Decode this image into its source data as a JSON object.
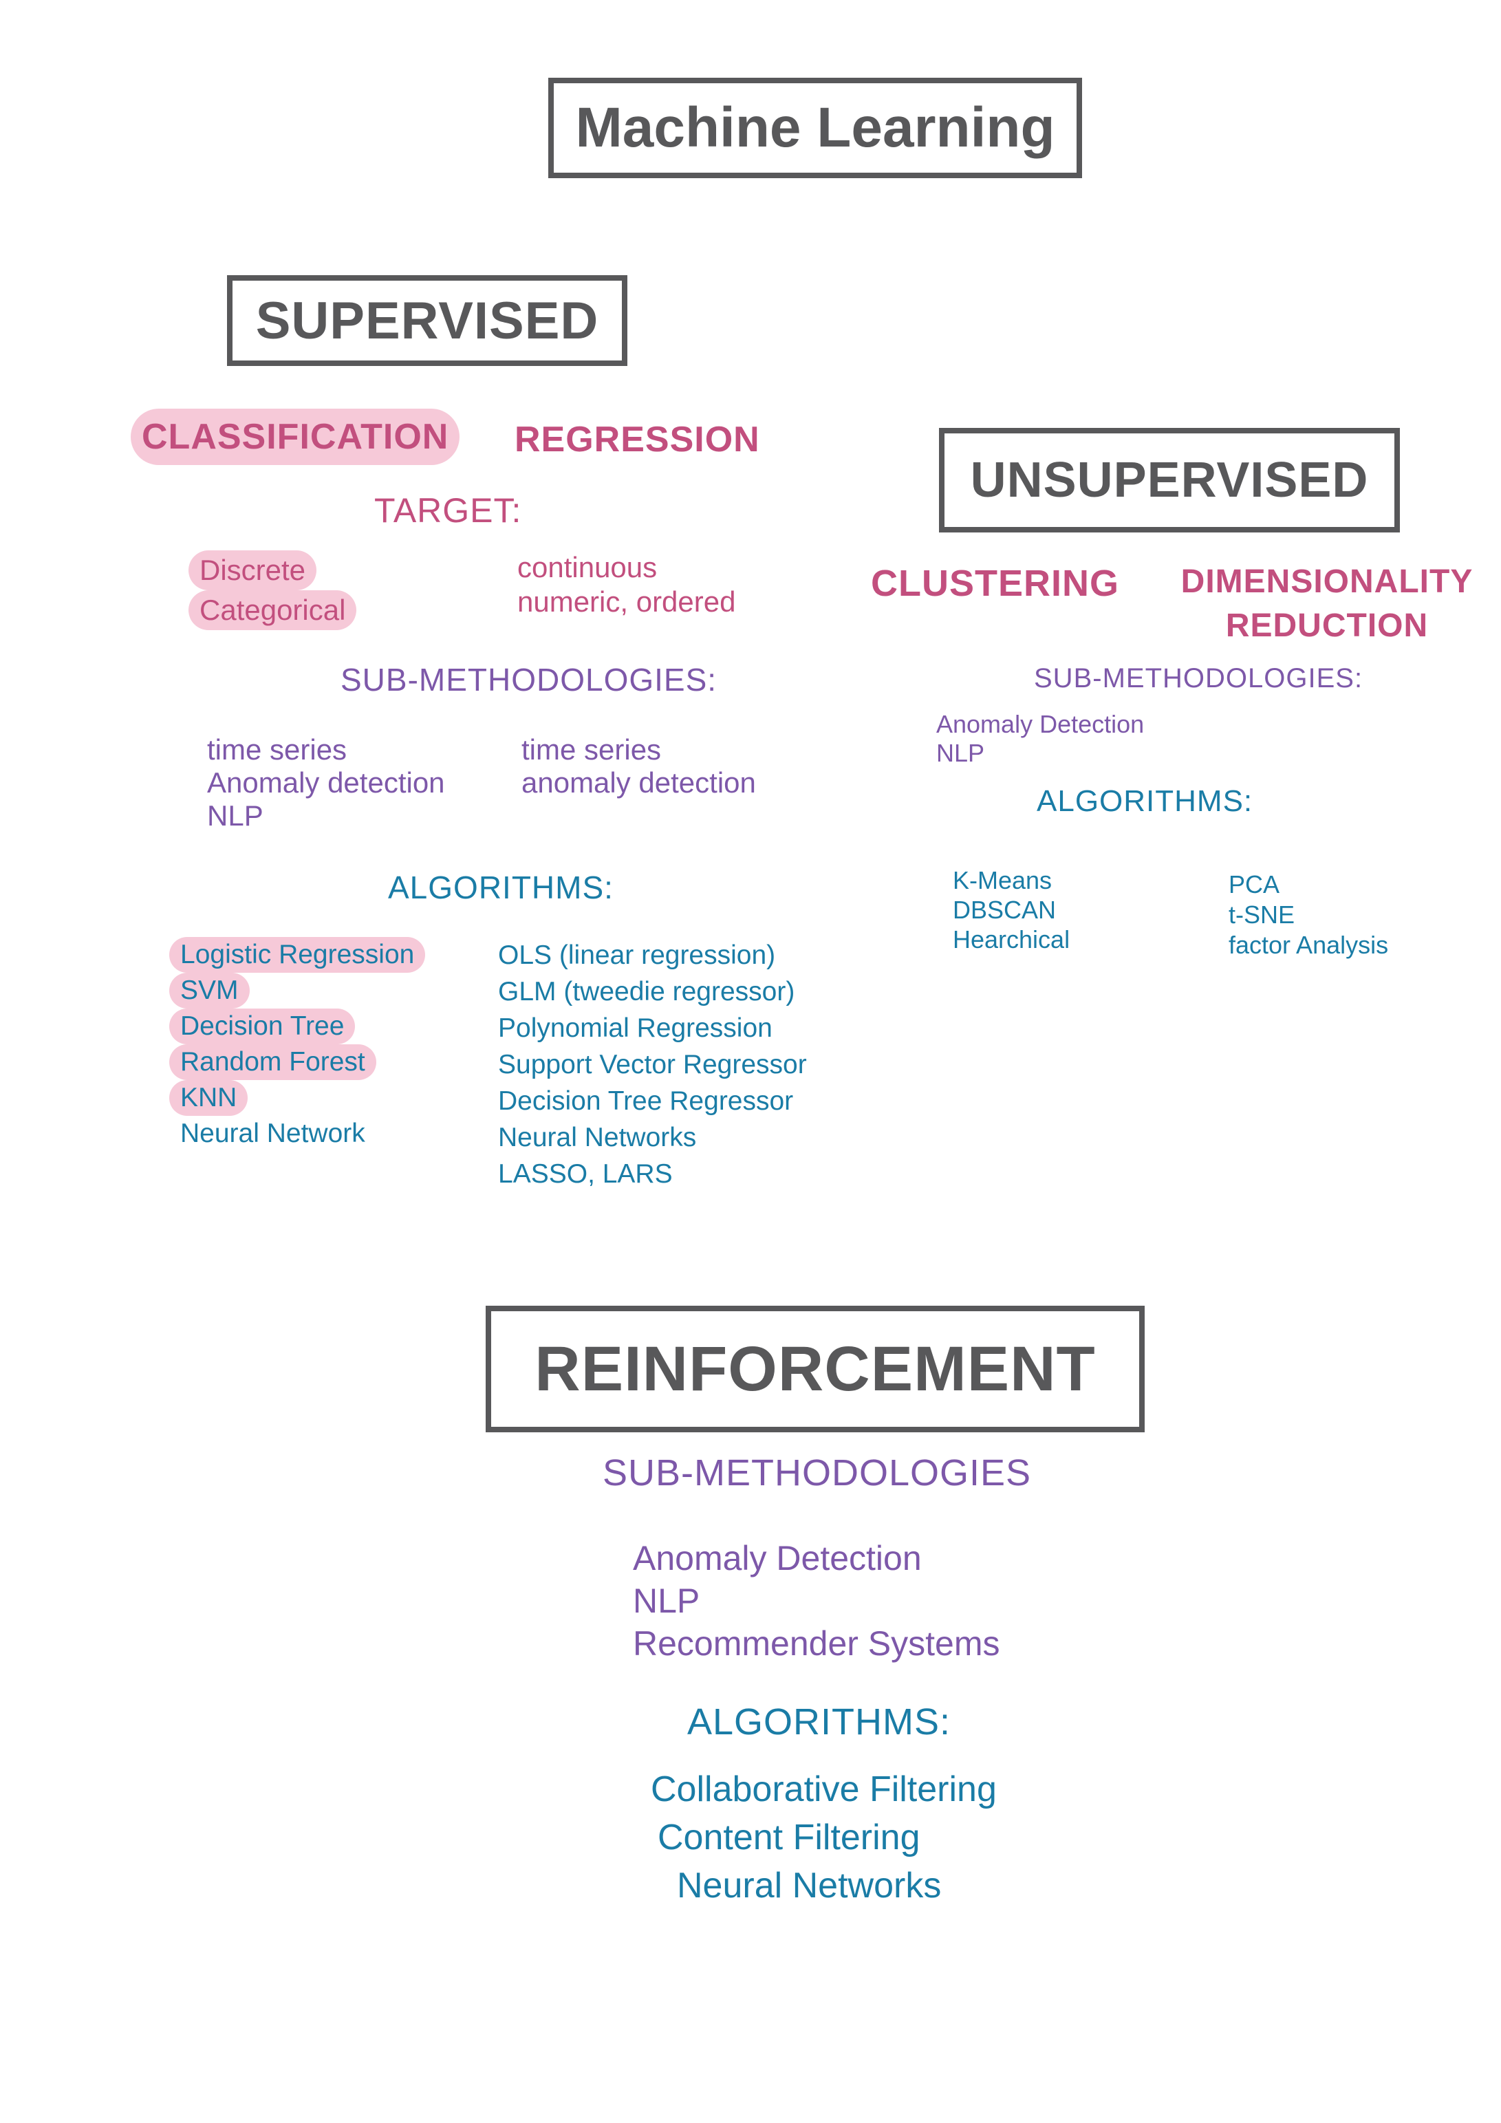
{
  "colors": {
    "heading": "#58585a",
    "category": "#c24f7e",
    "highlight": "#f6c9d8",
    "sub_methodology": "#7d58a9",
    "algorithm": "#1a7ca6"
  },
  "title": "Machine Learning",
  "supervised": {
    "heading": "SUPERVISED",
    "classification": {
      "label": "CLASSIFICATION",
      "highlighted": true
    },
    "regression": {
      "label": "REGRESSION",
      "highlighted": false
    },
    "target_label": "TARGET:",
    "targets": {
      "classification": {
        "lines": [
          "Discrete",
          "Categorical"
        ],
        "highlighted": true
      },
      "regression": {
        "lines": [
          "continuous",
          "numeric, ordered"
        ],
        "highlighted": false
      }
    },
    "sub_methodologies_label": "SUB-METHODOLOGIES:",
    "sub_methodologies": {
      "classification": [
        "time series",
        "Anomaly detection",
        "NLP"
      ],
      "regression": [
        "time series",
        "anomaly detection"
      ]
    },
    "algorithms_label": "ALGORITHMS:",
    "algorithms": {
      "classification": [
        {
          "label": "Logistic Regression",
          "highlighted": true
        },
        {
          "label": "SVM",
          "highlighted": true
        },
        {
          "label": "Decision Tree",
          "highlighted": true
        },
        {
          "label": "Random Forest",
          "highlighted": true
        },
        {
          "label": "KNN",
          "highlighted": true
        },
        {
          "label": "Neural Network",
          "highlighted": false
        }
      ],
      "regression": [
        "OLS (linear regression)",
        "GLM (tweedie regressor)",
        "Polynomial Regression",
        "Support Vector Regressor",
        "Decision Tree Regressor",
        "Neural Networks",
        "LASSO, LARS"
      ]
    }
  },
  "unsupervised": {
    "heading": "UNSUPERVISED",
    "clustering": {
      "label": "CLUSTERING"
    },
    "dimensionality_reduction": {
      "lines": [
        "DIMENSIONALITY",
        "REDUCTION"
      ]
    },
    "sub_methodologies_label": "SUB-METHODOLOGIES:",
    "sub_methodologies": [
      "Anomaly Detection",
      "NLP"
    ],
    "algorithms_label": "ALGORITHMS:",
    "algorithms": {
      "clustering": [
        "K-Means",
        "DBSCAN",
        "Hearchical"
      ],
      "dimensionality_reduction": [
        "PCA",
        "t-SNE",
        "factor Analysis"
      ]
    }
  },
  "reinforcement": {
    "heading": "REINFORCEMENT",
    "sub_methodologies_label": "SUB-METHODOLOGIES",
    "sub_methodologies": [
      "Anomaly Detection",
      "NLP",
      "Recommender Systems"
    ],
    "algorithms_label": "ALGORITHMS:",
    "algorithms": [
      "Collaborative Filtering",
      "Content Filtering",
      "Neural Networks"
    ]
  }
}
